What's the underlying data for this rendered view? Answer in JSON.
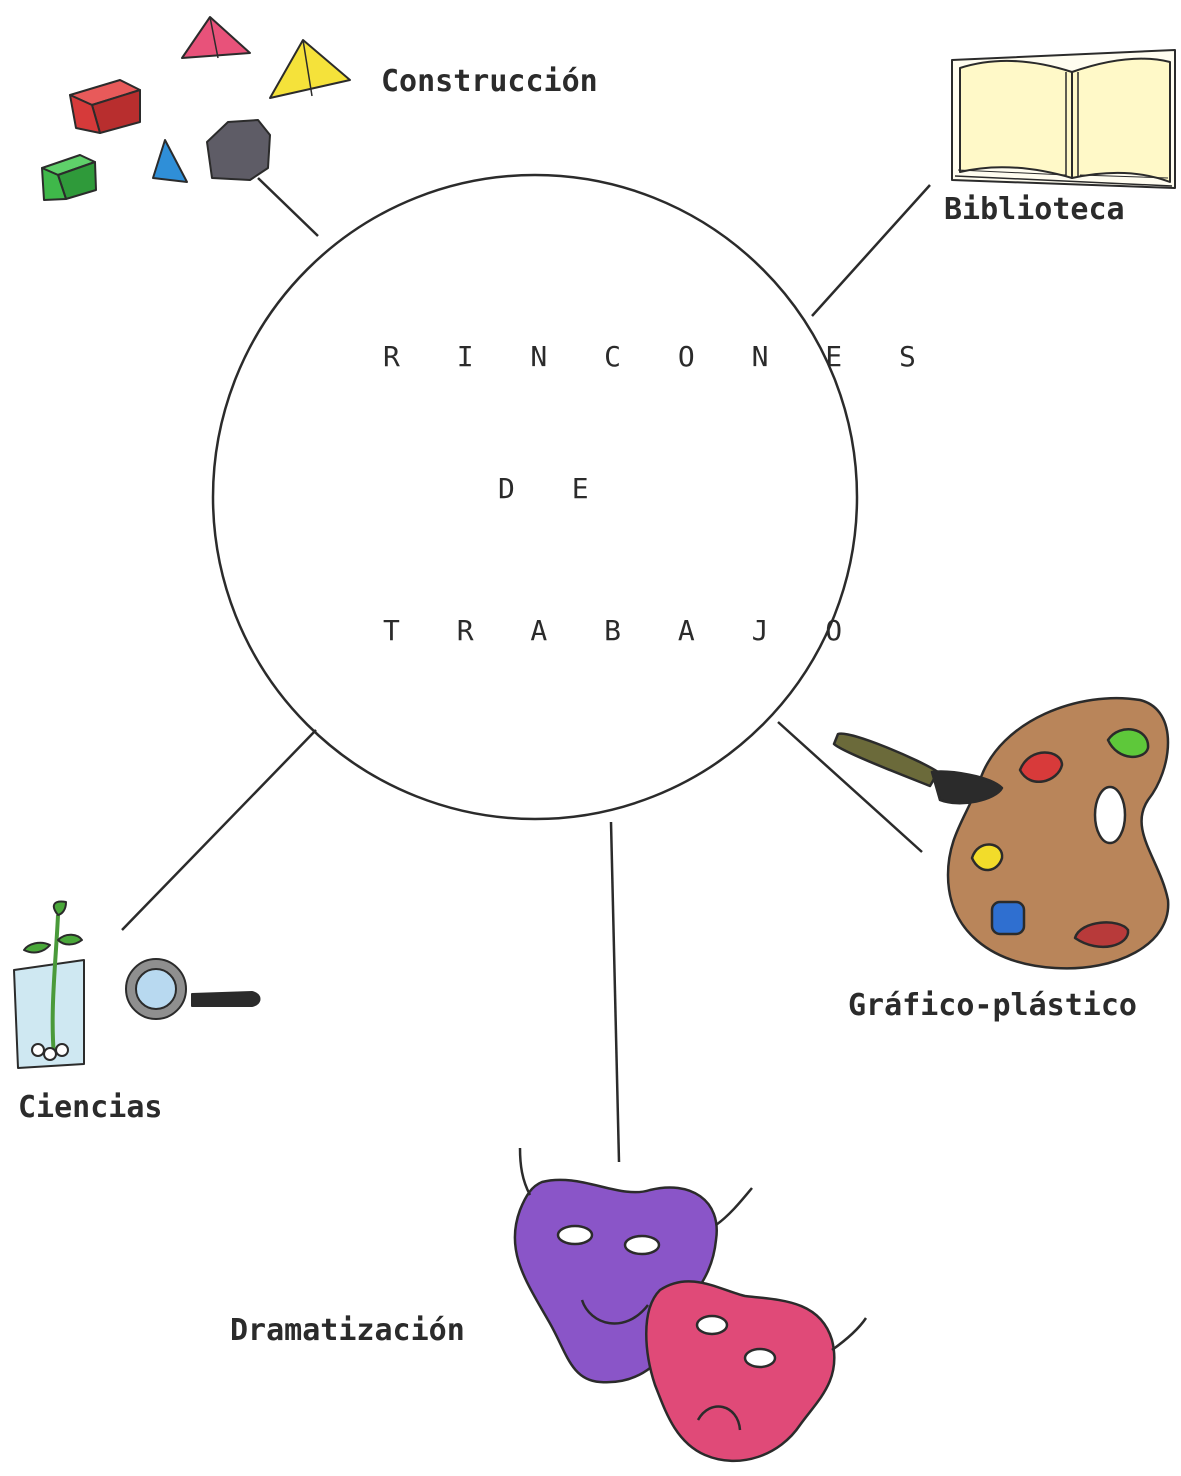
{
  "center": {
    "line1": "R I N C O N E S",
    "line2": "D E",
    "line3": "T R A B A J O"
  },
  "corners": {
    "construccion": "Construcción",
    "biblioteca": "Biblioteca",
    "grafico": "Gráfico-plástico",
    "ciencias": "Ciencias",
    "dramatizacion": "Dramatización"
  },
  "colors": {
    "ink": "#2b2b2b",
    "red_cube": "#d63a3a",
    "green_cube": "#3fb84a",
    "pink_pyramid": "#e8527a",
    "yellow_pyramid": "#f5e23a",
    "blue_pyramid": "#2f8fd8",
    "grey_hexagon": "#5e5c66",
    "book_pages": "#fff9c8",
    "palette": "#b9855a",
    "purple_mask": "#8a55c8",
    "pink_mask": "#e04a78",
    "jar_water": "#cfe8f2"
  },
  "icons": {
    "construccion": "geometric-blocks-icon",
    "biblioteca": "open-book-icon",
    "grafico": "paint-palette-icon",
    "ciencias": "plant-jar-and-magnifier-icon",
    "dramatizacion": "theater-masks-icon"
  }
}
